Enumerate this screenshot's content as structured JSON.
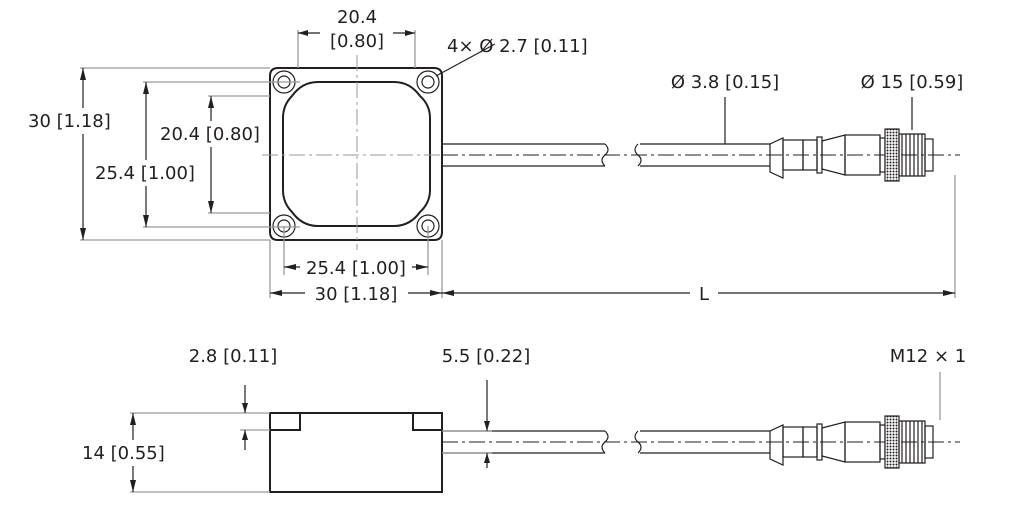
{
  "top_view": {
    "width_inner": {
      "mm": "20.4",
      "in": "[0.80]"
    },
    "holes": "4× Ø 2.7 [0.11]",
    "height_outer": "30 [1.18]",
    "height_holes": "25.4 [1.00]",
    "height_inner": "20.4 [0.80]",
    "width_holes": "25.4 [1.00]",
    "width_outer": "30 [1.18]",
    "length": "L",
    "cable_diameter": "Ø 3.8 [0.15]",
    "connector_diameter": "Ø 15 [0.59]"
  },
  "side_view": {
    "notch_depth": "2.8 [0.11]",
    "cable_offset": "5.5 [0.22]",
    "height": "14 [0.55]",
    "thread": "M12 × 1"
  }
}
